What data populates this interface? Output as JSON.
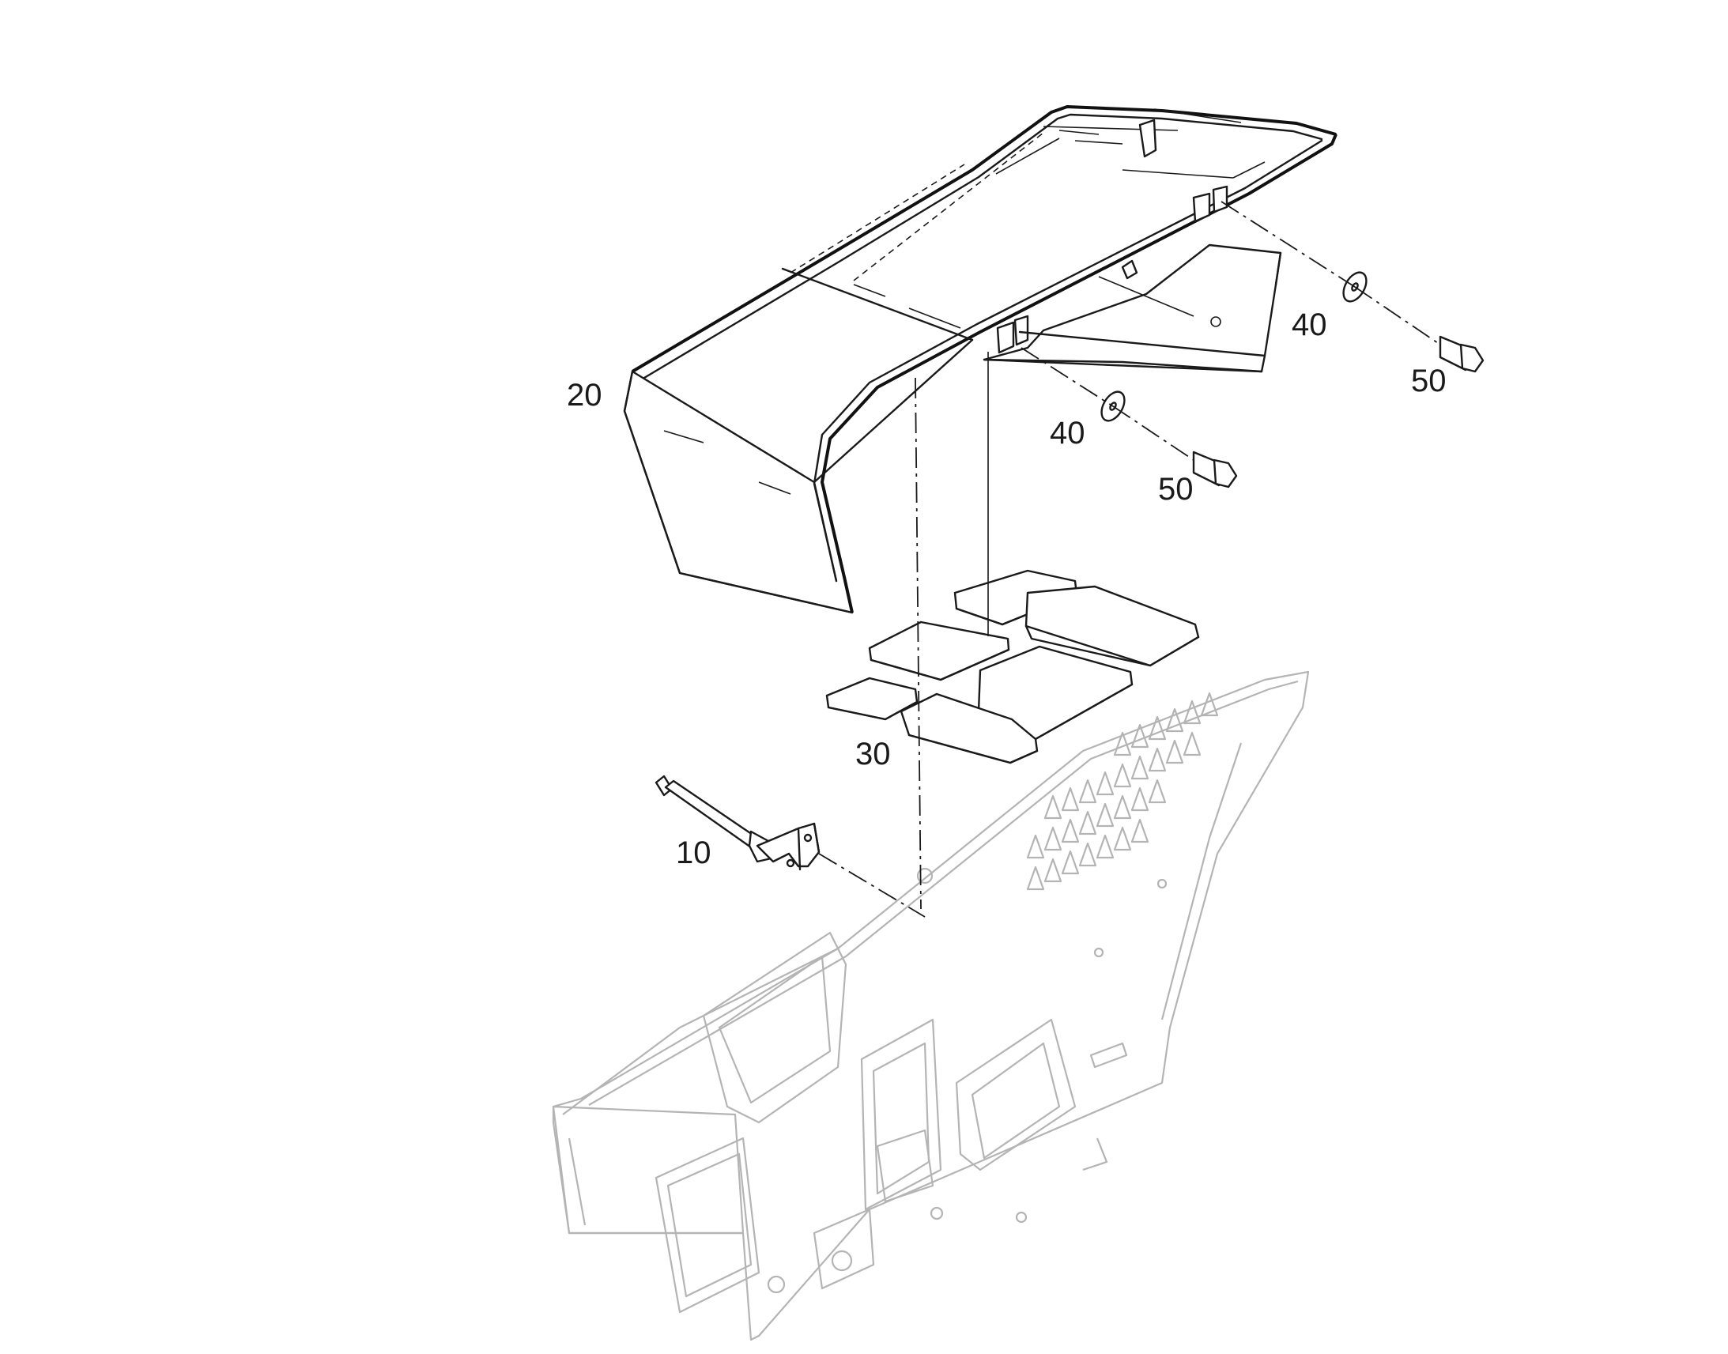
{
  "callouts": {
    "c10": "10",
    "c20": "20",
    "c30": "30",
    "c40a": "40",
    "c40b": "40",
    "c50a": "50",
    "c50b": "50"
  }
}
